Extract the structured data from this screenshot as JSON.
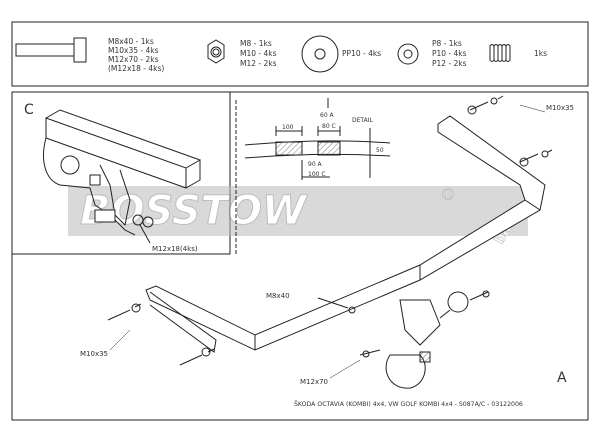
{
  "parts": {
    "bolts": [
      "M8x40 - 1ks",
      "M10x35 - 4ks",
      "M12x70 - 2ks",
      "(M12x18 - 4ks)"
    ],
    "nuts": [
      "M8 - 1ks",
      "M10 - 4ks",
      "M12 - 2ks"
    ],
    "large_washer": "PP10 - 4ks",
    "washers": [
      "P8 - 1ks",
      "P10 - 4ks",
      "P12 - 2ks"
    ],
    "spring": "1ks"
  },
  "detail": {
    "title": "DETAIL",
    "dim_left": "100",
    "dim_right_a": "60 A",
    "dim_right_c": "80 C",
    "dim_height": "50",
    "dim_bottom_a": "90 A",
    "dim_bottom_c": "100 C"
  },
  "views": {
    "inset_label": "C",
    "main_label": "A"
  },
  "callouts": {
    "top_right": "M10x35",
    "inset": "M12x18(4ks)",
    "center": "M8x40",
    "left": "M10x35",
    "bottom": "M12x70"
  },
  "watermark": {
    "brand": "BOSSTOW",
    "sub": "bars",
    "mark": "®"
  },
  "footer": "ŠKODA OCTAVIA (KOMBI) 4x4, VW GOLF KOMBI 4x4 - S087A/C - 03122006"
}
